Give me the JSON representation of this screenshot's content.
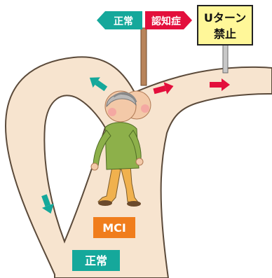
{
  "signpost": {
    "left_label": "正常",
    "right_label": "認知症"
  },
  "uturn_sign": {
    "line1": "Uターン",
    "line2": "禁止"
  },
  "labels": {
    "mci": "MCI",
    "normal_bottom": "正常"
  },
  "colors": {
    "road_fill": "#f7e4cf",
    "road_stroke": "#5b4a3a",
    "teal": "#15a89b",
    "red": "#e30f3c",
    "mci_orange": "#f07d1c",
    "sign_yellow": "#fff799"
  }
}
